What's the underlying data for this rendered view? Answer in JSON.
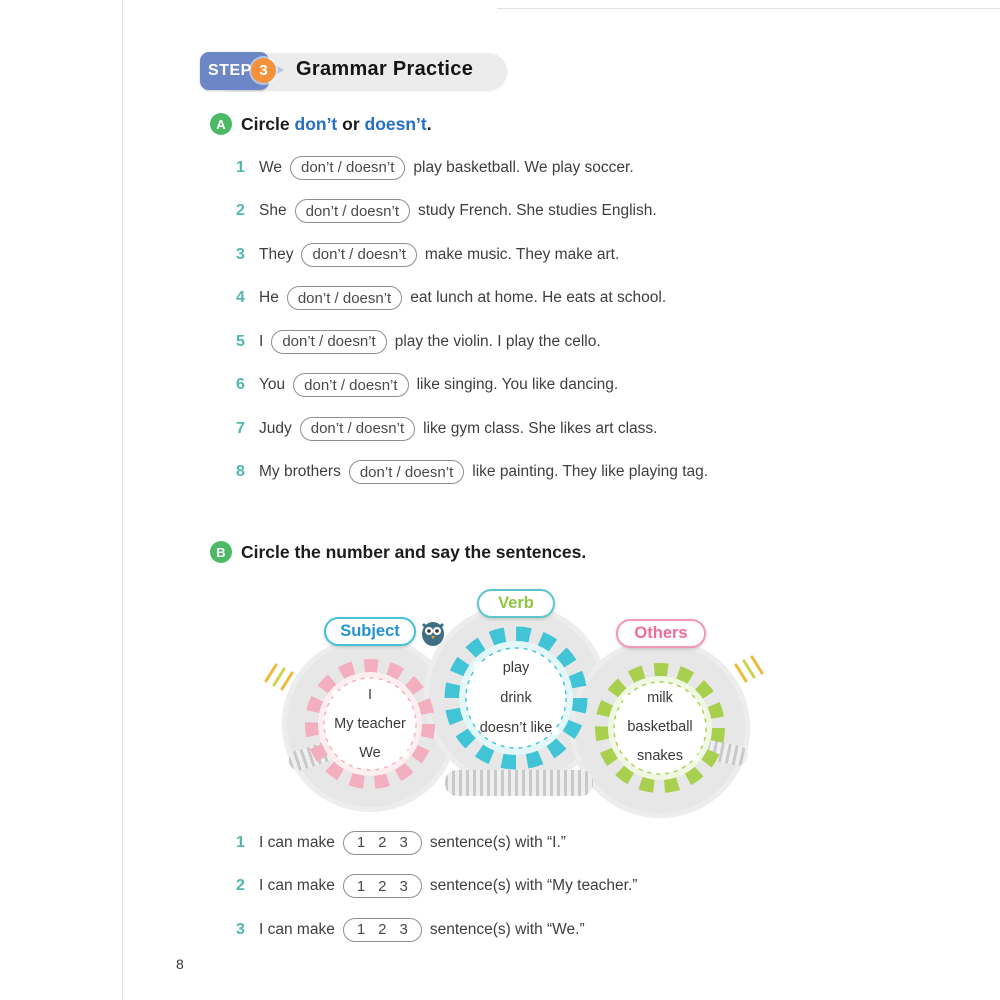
{
  "page": {
    "number": "8"
  },
  "header": {
    "step_label": "STEP",
    "step_number": "3",
    "title": "Grammar Practice",
    "step_bg": "#6d87c6",
    "step_circle": "#f5913a"
  },
  "section_a": {
    "badge": "A",
    "badge_color": "#4cb966",
    "heading_parts": {
      "p1": "Circle ",
      "w1": "don’t",
      "p2": " or ",
      "w2": "doesn’t",
      "p3": ".",
      "accent": "#2470c2"
    },
    "choice_label": "don’t / doesn’t",
    "items": [
      {
        "num": "1",
        "before": "We",
        "after": "play basketball. We play soccer."
      },
      {
        "num": "2",
        "before": "She",
        "after": "study French. She studies English."
      },
      {
        "num": "3",
        "before": "They",
        "after": "make music. They make art."
      },
      {
        "num": "4",
        "before": "He",
        "after": "eat lunch at home. He eats at school."
      },
      {
        "num": "5",
        "before": "I",
        "after": "play the violin. I play the cello."
      },
      {
        "num": "6",
        "before": "You",
        "after": "like singing. You like dancing."
      },
      {
        "num": "7",
        "before": "Judy",
        "after": "like gym class. She likes art class."
      },
      {
        "num": "8",
        "before": "My brothers",
        "after": "like painting. They like playing tag."
      }
    ]
  },
  "section_b": {
    "badge": "B",
    "badge_color": "#4cb966",
    "prompt": "Circle the number and say the sentences.",
    "gears": [
      {
        "label": "Subject",
        "label_color": "#2492d3",
        "border": "#43c3d6",
        "color": "#f3aec0",
        "tint": "#fdeef2",
        "words": [
          "I",
          "My teacher",
          "We"
        ]
      },
      {
        "label": "Verb",
        "label_color": "#8dc63f",
        "border": "#5bc8cf",
        "color": "#41c4d5",
        "tint": "#e3f7f9",
        "words": [
          "play",
          "drink",
          "doesn’t like"
        ]
      },
      {
        "label": "Others",
        "label_color": "#f2699b",
        "border": "#f598b6",
        "color": "#a8cf4d",
        "tint": "#f0f7e2",
        "words": [
          "milk",
          "basketball",
          "snakes"
        ]
      }
    ],
    "items": [
      {
        "num": "1",
        "before": "I can make",
        "nums": [
          "1",
          "2",
          "3"
        ],
        "after": "sentence(s) with “I.”"
      },
      {
        "num": "2",
        "before": "I can make",
        "nums": [
          "1",
          "2",
          "3"
        ],
        "after": "sentence(s) with “My teacher.”"
      },
      {
        "num": "3",
        "before": "I can make",
        "nums": [
          "1",
          "2",
          "3"
        ],
        "after": "sentence(s) with “We.”"
      }
    ]
  }
}
